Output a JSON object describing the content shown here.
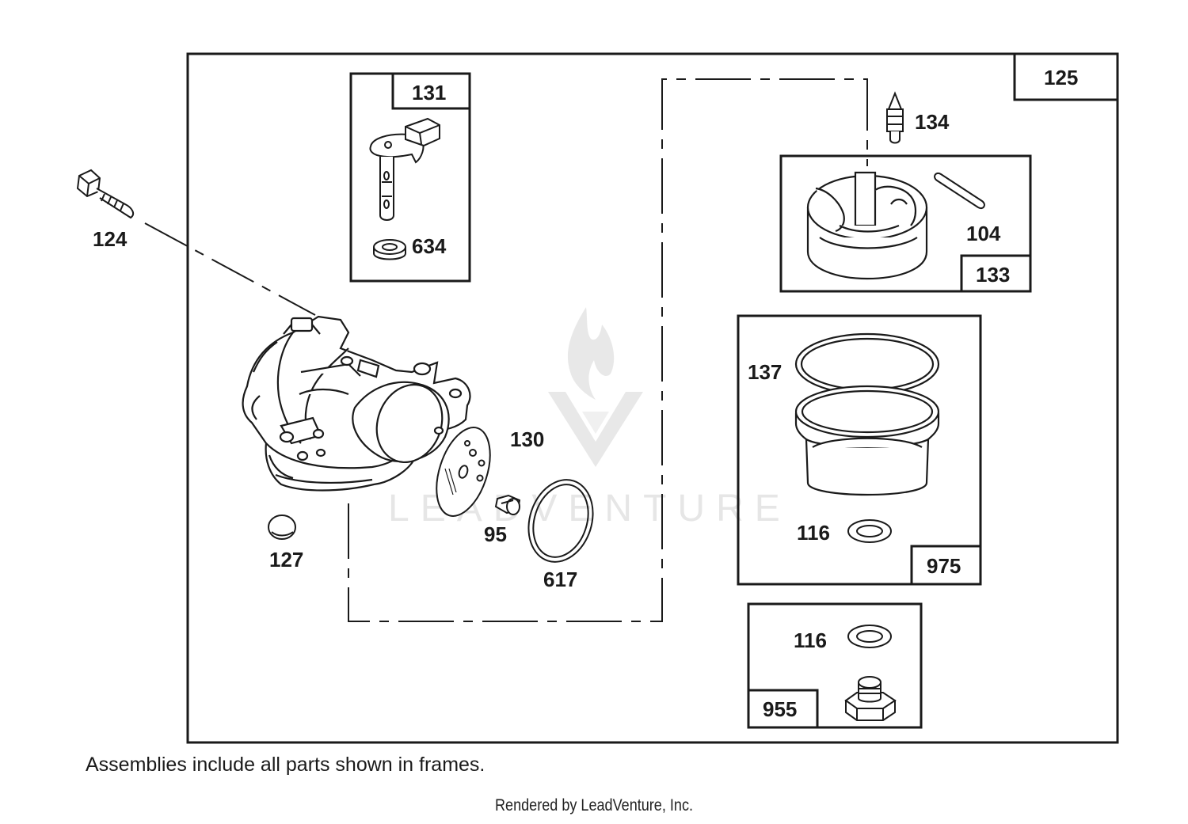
{
  "watermark": {
    "text": "LEADVENTURE"
  },
  "frames": {
    "main": "125",
    "choke_shaft": "131",
    "float": "133",
    "bowl": "975",
    "bowl_nut": "955"
  },
  "parts": {
    "screw_124": "124",
    "gasket_634": "634",
    "needle_134": "134",
    "pin_104": "104",
    "gasket_137": "137",
    "washer_116_bowl": "116",
    "washer_116_nut": "116",
    "plate_130": "130",
    "screw_95": "95",
    "oring_617": "617",
    "plug_127": "127"
  },
  "footnote": "Assemblies include all parts shown in frames.",
  "rendered_by": "Rendered by LeadVenture, Inc."
}
